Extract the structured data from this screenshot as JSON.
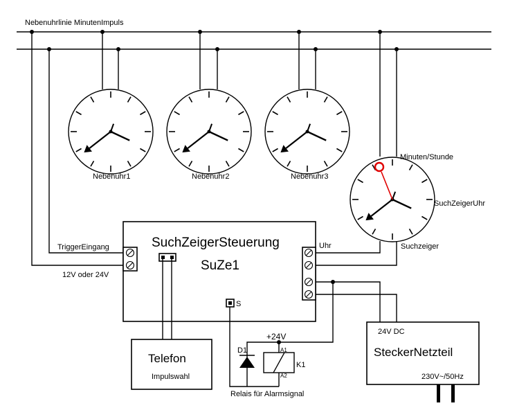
{
  "labels": {
    "bus_title": "Nebenuhrlinie MinutenImpuls",
    "clock1": "Nebenuhr1",
    "clock2": "Nebenuhr2",
    "clock3": "Nebenuhr3",
    "minuten_stunde": "Minuten/Stunde",
    "suchzeigeruhr": "SuchZeigerUhr",
    "suchzeiger": "Suchzeiger",
    "trigger": "TriggerEingang",
    "voltage_in": "12V oder 24V",
    "uhr": "Uhr",
    "s_terminal": "S",
    "plus24": "+24V",
    "d1": "D1",
    "k1": "K1",
    "a1": "A1",
    "a2": "A2",
    "relais": "Relais für Alarmsignal"
  },
  "controller": {
    "title": "SuchZeigerSteuerung",
    "subtitle": "SuZe1"
  },
  "telefon": {
    "title": "Telefon",
    "subtitle": "Impulswahl"
  },
  "netzteil": {
    "dc": "24V DC",
    "title": "SteckerNetzteil",
    "ac": "230V~/50Hz"
  },
  "colors": {
    "line": "#000000",
    "search_hand": "#e00000"
  }
}
